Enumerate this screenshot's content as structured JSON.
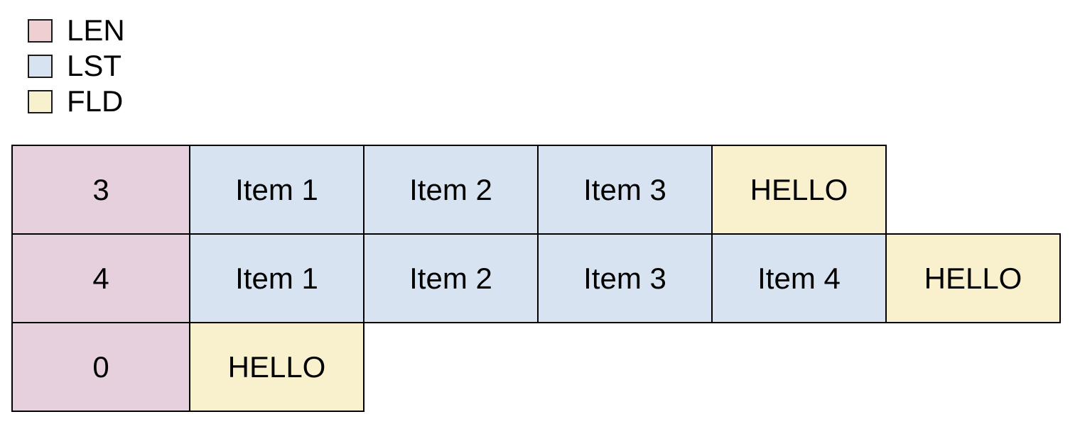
{
  "colors": {
    "background": "#ffffff",
    "border": "#000000",
    "text": "#000000",
    "len_cell": "#e7d0dd",
    "lst_cell": "#d7e3f1",
    "fld_cell": "#f9f0ce",
    "legend_len_swatch": "#efcfd2",
    "legend_lst_swatch": "#d7e3f1",
    "legend_fld_swatch": "#f9f0ce"
  },
  "legend": {
    "items": [
      {
        "label": "LEN",
        "type": "len",
        "swatch_color": "#efcfd2"
      },
      {
        "label": "LST",
        "type": "lst",
        "swatch_color": "#d7e3f1"
      },
      {
        "label": "FLD",
        "type": "fld",
        "swatch_color": "#f9f0ce"
      }
    ]
  },
  "diagram": {
    "rows": [
      {
        "cells": [
          {
            "text": "3",
            "type": "len"
          },
          {
            "text": "Item 1",
            "type": "lst"
          },
          {
            "text": "Item 2",
            "type": "lst"
          },
          {
            "text": "Item 3",
            "type": "lst"
          },
          {
            "text": "HELLO",
            "type": "fld"
          }
        ]
      },
      {
        "cells": [
          {
            "text": "4",
            "type": "len"
          },
          {
            "text": "Item 1",
            "type": "lst"
          },
          {
            "text": "Item 2",
            "type": "lst"
          },
          {
            "text": "Item 3",
            "type": "lst"
          },
          {
            "text": "Item 4",
            "type": "lst"
          },
          {
            "text": "HELLO",
            "type": "fld"
          }
        ]
      },
      {
        "cells": [
          {
            "text": "0",
            "type": "len"
          },
          {
            "text": "HELLO",
            "type": "fld"
          }
        ]
      }
    ]
  }
}
